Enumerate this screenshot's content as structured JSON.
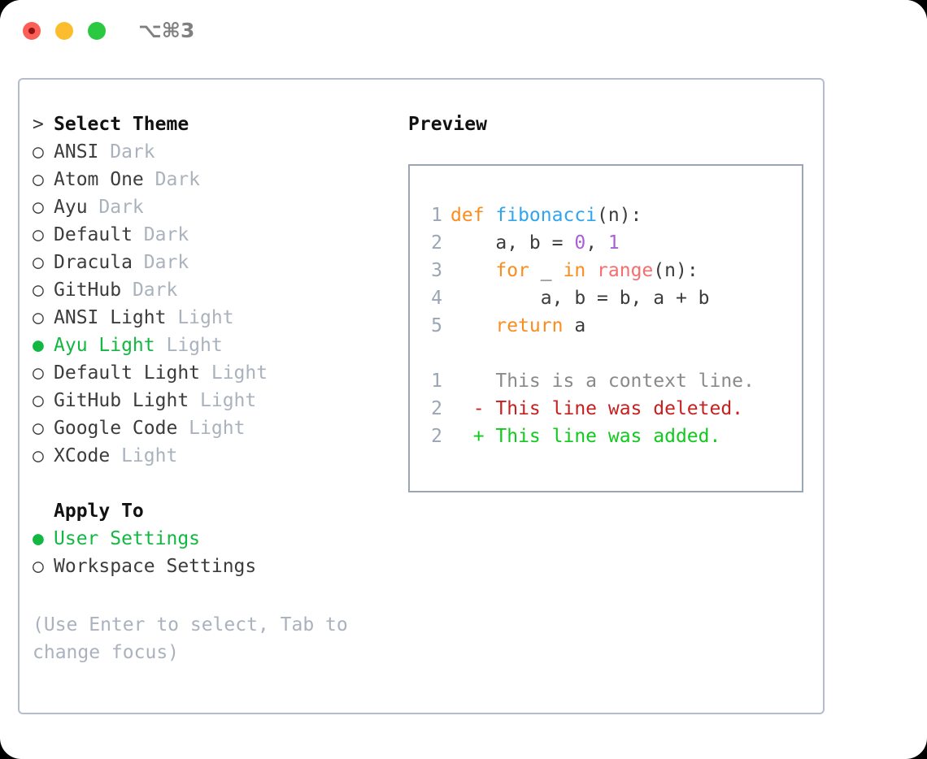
{
  "window": {
    "shortcut": "⌥⌘3",
    "traffic_lights": [
      {
        "name": "close",
        "color": "#fb5f57"
      },
      {
        "name": "minimize",
        "color": "#fbbd2e"
      },
      {
        "name": "maximize",
        "color": "#2bc941"
      }
    ]
  },
  "theme_picker": {
    "heading": "Select Theme",
    "heading_marker": ">",
    "marker_selected": "●",
    "marker_unselected": "○",
    "selected_index": 7,
    "items": [
      {
        "name": "ANSI",
        "variant": "Dark",
        "selected": false
      },
      {
        "name": "Atom One",
        "variant": "Dark",
        "selected": false
      },
      {
        "name": "Ayu",
        "variant": "Dark",
        "selected": false
      },
      {
        "name": "Default",
        "variant": "Dark",
        "selected": false
      },
      {
        "name": "Dracula",
        "variant": "Dark",
        "selected": false
      },
      {
        "name": "GitHub",
        "variant": "Dark",
        "selected": false
      },
      {
        "name": "ANSI Light",
        "variant": "Light",
        "selected": false
      },
      {
        "name": "Ayu Light",
        "variant": "Light",
        "selected": true
      },
      {
        "name": "Default Light",
        "variant": "Light",
        "selected": false
      },
      {
        "name": "GitHub Light",
        "variant": "Light",
        "selected": false
      },
      {
        "name": "Google Code",
        "variant": "Light",
        "selected": false
      },
      {
        "name": "XCode",
        "variant": "Light",
        "selected": false
      }
    ]
  },
  "apply_to": {
    "heading": "Apply To",
    "items": [
      {
        "label": "User Settings",
        "selected": true
      },
      {
        "label": "Workspace Settings",
        "selected": false
      }
    ]
  },
  "help_text": "(Use Enter to select, Tab to change focus)",
  "preview": {
    "title": "Preview",
    "code_lines": [
      {
        "number": "1",
        "tokens": [
          {
            "text": "def ",
            "kind": "keyword"
          },
          {
            "text": "fibonacci",
            "kind": "function"
          },
          {
            "text": "(n):",
            "kind": "plain"
          }
        ]
      },
      {
        "number": "2",
        "tokens": [
          {
            "text": "    a, b = ",
            "kind": "plain"
          },
          {
            "text": "0",
            "kind": "number"
          },
          {
            "text": ", ",
            "kind": "plain"
          },
          {
            "text": "1",
            "kind": "number"
          }
        ]
      },
      {
        "number": "3",
        "tokens": [
          {
            "text": "    ",
            "kind": "plain"
          },
          {
            "text": "for",
            "kind": "keyword"
          },
          {
            "text": " _ ",
            "kind": "plain"
          },
          {
            "text": "in",
            "kind": "keyword"
          },
          {
            "text": " ",
            "kind": "plain"
          },
          {
            "text": "range",
            "kind": "builtin"
          },
          {
            "text": "(n):",
            "kind": "plain"
          }
        ]
      },
      {
        "number": "4",
        "tokens": [
          {
            "text": "        a, b = b, a + b",
            "kind": "plain"
          }
        ]
      },
      {
        "number": "5",
        "tokens": [
          {
            "text": "    ",
            "kind": "plain"
          },
          {
            "text": "return",
            "kind": "keyword"
          },
          {
            "text": " a",
            "kind": "plain"
          }
        ]
      }
    ],
    "diff_lines": [
      {
        "number": "1",
        "sign": " ",
        "text": "This is a context line.",
        "kind": "context"
      },
      {
        "number": "2",
        "sign": "-",
        "text": "This line was deleted.",
        "kind": "deleted"
      },
      {
        "number": "2",
        "sign": "+",
        "text": "This line was added.",
        "kind": "added"
      }
    ]
  },
  "colors": {
    "accent_green": "#12b841",
    "muted": "#aab2bd",
    "keyword_orange": "#fa8d1e",
    "function_blue": "#2fa5f0",
    "number_purple": "#a95fd8",
    "builtin_red": "#f76d6d",
    "diff_deleted": "#c62020",
    "diff_added": "#12c91e",
    "border": "#b5bdcc",
    "preview_border": "#9aa5b5"
  }
}
